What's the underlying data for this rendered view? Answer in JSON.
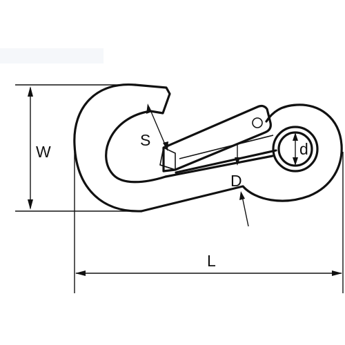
{
  "diagram": {
    "labels": {
      "width": "W",
      "gate_opening": "S",
      "wire_diameter": "D",
      "eye_diameter": "d",
      "length": "L"
    },
    "colors": {
      "line": "#111111",
      "background": "#ffffff",
      "band": "#f5f7fa"
    }
  }
}
